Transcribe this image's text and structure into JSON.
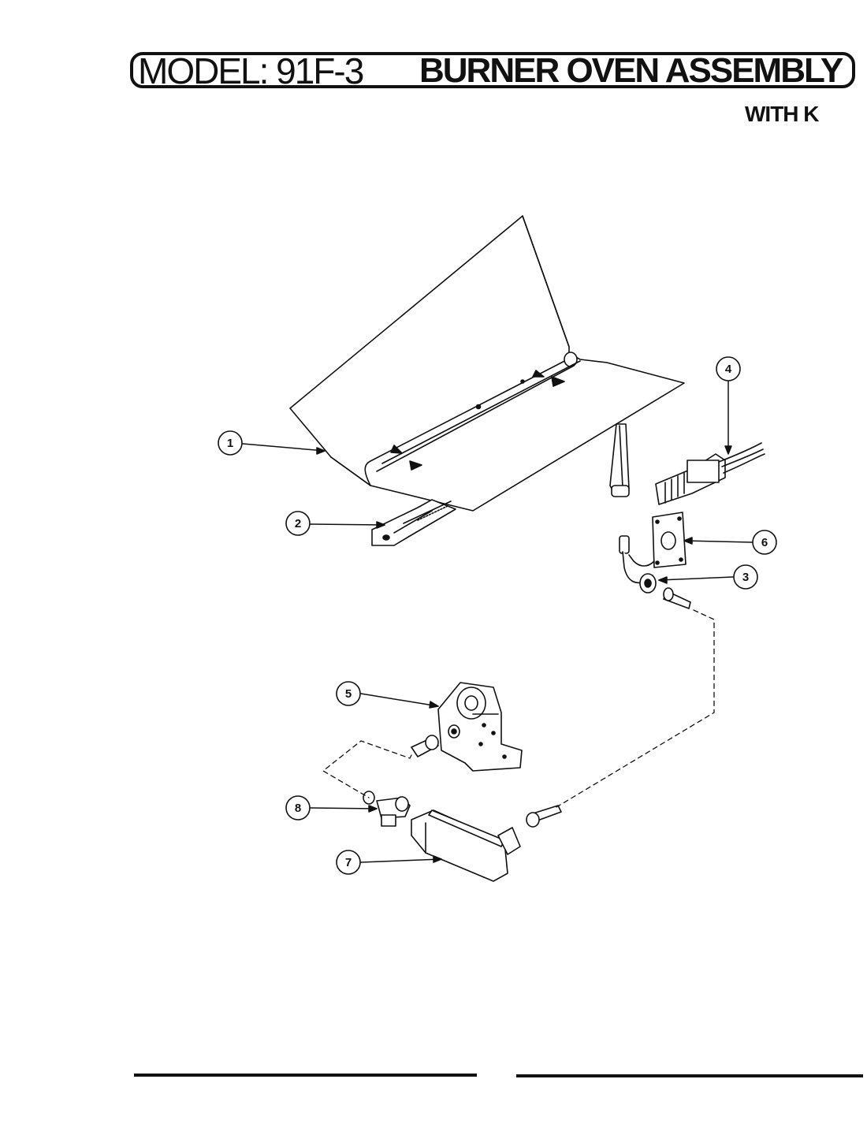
{
  "header": {
    "model": "MODEL: 91F-3",
    "title": "BURNER OVEN ASSEMBLY",
    "subtitle": "WITH K"
  },
  "callouts": [
    {
      "id": "1",
      "label": "1"
    },
    {
      "id": "2",
      "label": "2"
    },
    {
      "id": "3",
      "label": "3"
    },
    {
      "id": "4",
      "label": "4"
    },
    {
      "id": "5",
      "label": "5"
    },
    {
      "id": "6",
      "label": "6"
    },
    {
      "id": "7",
      "label": "7"
    },
    {
      "id": "8",
      "label": "8"
    }
  ]
}
